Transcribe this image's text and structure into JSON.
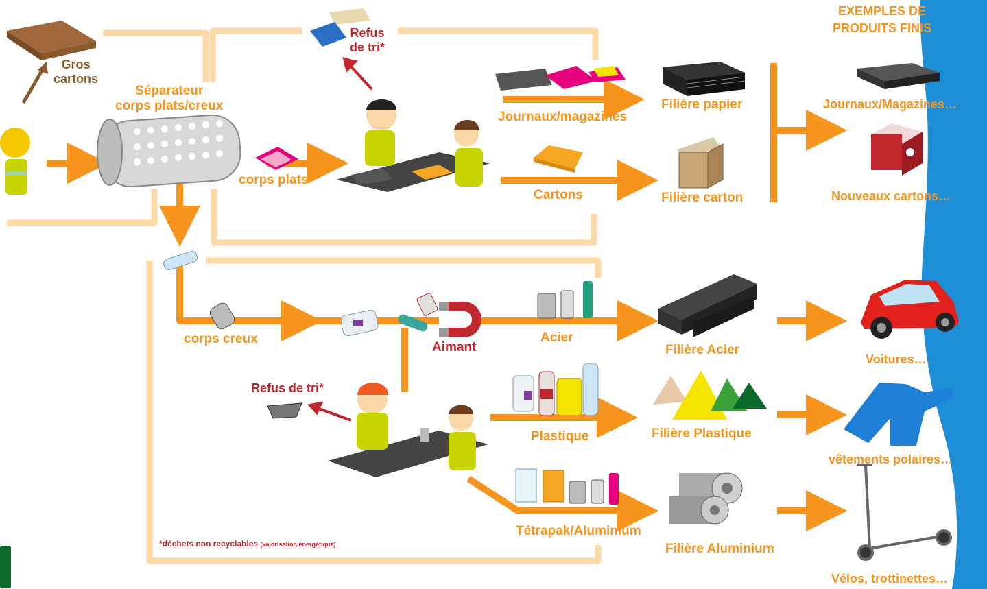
{
  "header": {
    "exemples_line1": "EXEMPLES DE",
    "exemples_line2": "PRODUITS FINIS"
  },
  "sources": {
    "gros_cartons_line1": "Gros",
    "gros_cartons_line2": "cartons",
    "separateur_line1": "Séparateur",
    "separateur_line2": "corps plats/creux"
  },
  "flows": {
    "corps_plats": "corps plats",
    "corps_creux": "corps creux",
    "aimant": "Aimant",
    "refus_top_line1": "Refus",
    "refus_top_line2": "de tri*",
    "refus_bottom": "Refus de tri*"
  },
  "materials": {
    "journaux": "Journaux/magazines",
    "cartons": "Cartons",
    "acier": "Acier",
    "plastique": "Plastique",
    "tetrapak": "Tétrapak/Aluminium"
  },
  "filieres": {
    "papier": "Filière papier",
    "carton": "Filière carton",
    "acier": "Filière Acier",
    "plastique": "Filière Plastique",
    "aluminium": "Filière Aluminium"
  },
  "produits": {
    "journaux": "Journaux/Magazines…",
    "cartons": "Nouveaux cartons…",
    "voitures": "Voitures…",
    "vetements": "vêtements polaires…",
    "velos": "Vélos, trottinettes…"
  },
  "footnote": {
    "main": "*déchets non recyclables",
    "detail": "(valorisation énergétique)"
  },
  "colors": {
    "orange": "#f7941d",
    "light_orange": "#fcd9a6",
    "blue_panel": "#1e8fd6",
    "red": "#c1272d",
    "brown": "#8b5a2b"
  },
  "icons": [
    "cardboard-box-icon",
    "worker-icon",
    "drum-separator-icon",
    "magnet-icon",
    "car-icon",
    "sweater-icon",
    "scooter-icon",
    "steel-bars-icon",
    "aluminium-rolls-icon"
  ]
}
